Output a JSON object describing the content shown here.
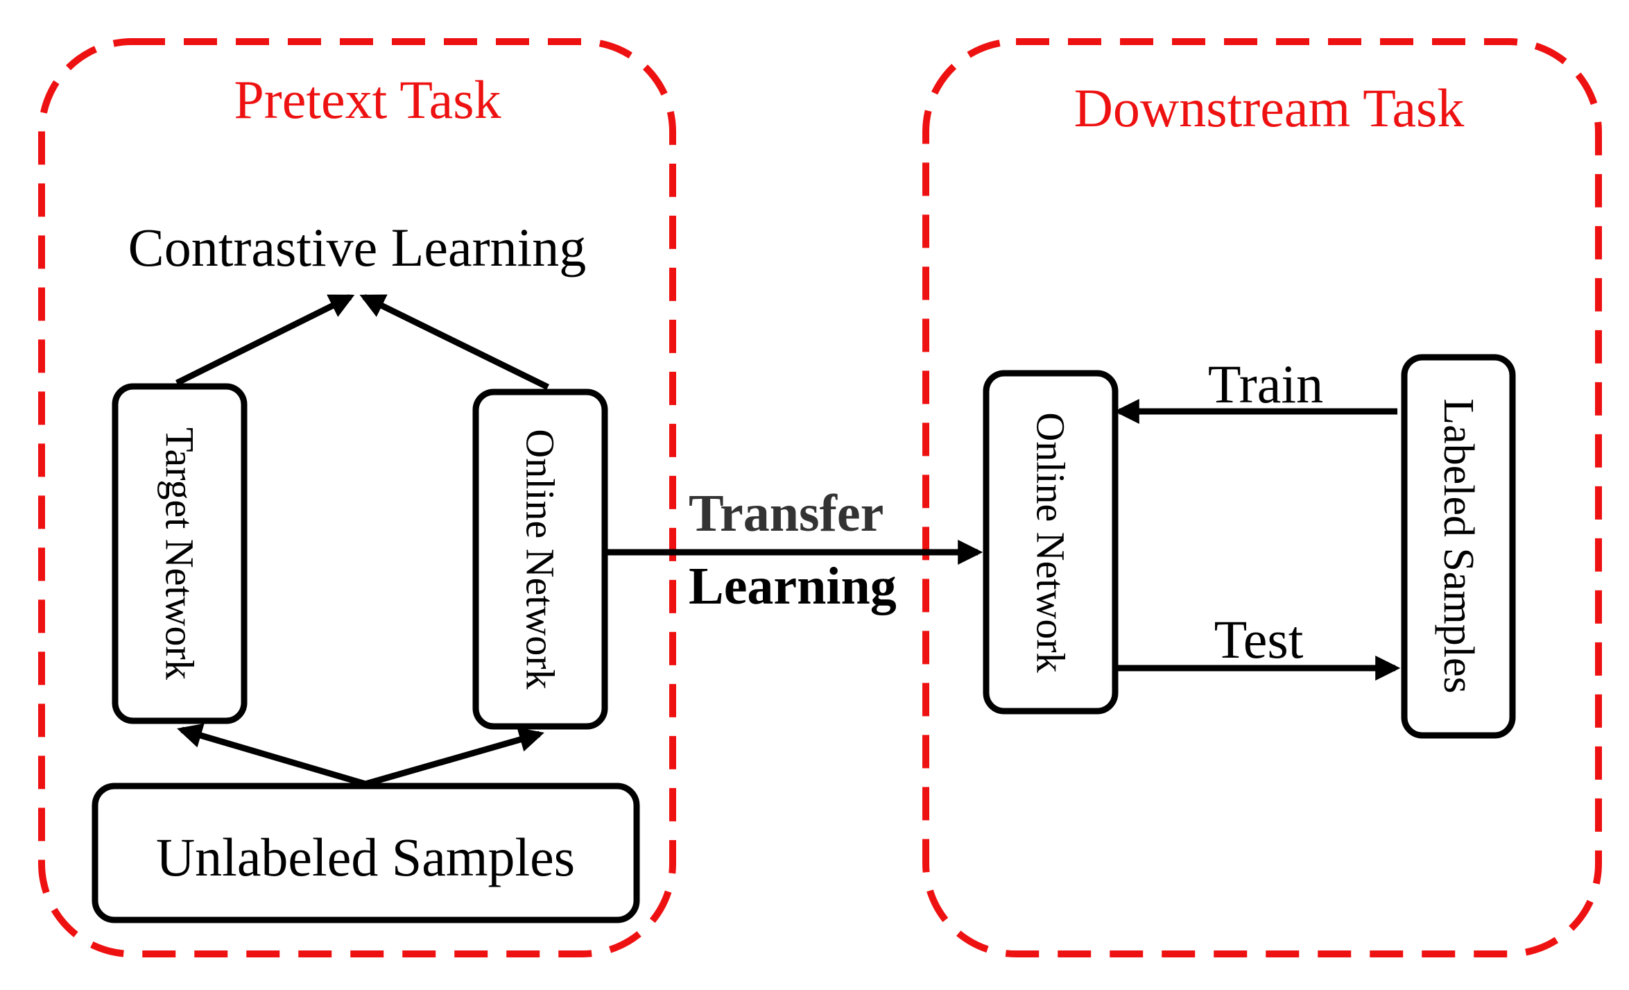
{
  "diagram": {
    "groups": {
      "pretext": {
        "title": "Pretext Task"
      },
      "downstream": {
        "title": "Downstream Task"
      }
    },
    "nodes": {
      "contrastive": "Contrastive Learning",
      "target_network": "Target Network",
      "online_network_pretext": "Online Network",
      "unlabeled_samples": "Unlabeled Samples",
      "online_network_downstream": "Online Network",
      "labeled_samples": "Labeled Samples"
    },
    "edges": {
      "transfer_line1": "Transfer",
      "transfer_line2": "Learning",
      "train": "Train",
      "test": "Test"
    },
    "colors": {
      "group_border": "#ee1111",
      "group_title": "#ee1111",
      "node_border": "#000000",
      "transfer_label": "#333333"
    }
  }
}
